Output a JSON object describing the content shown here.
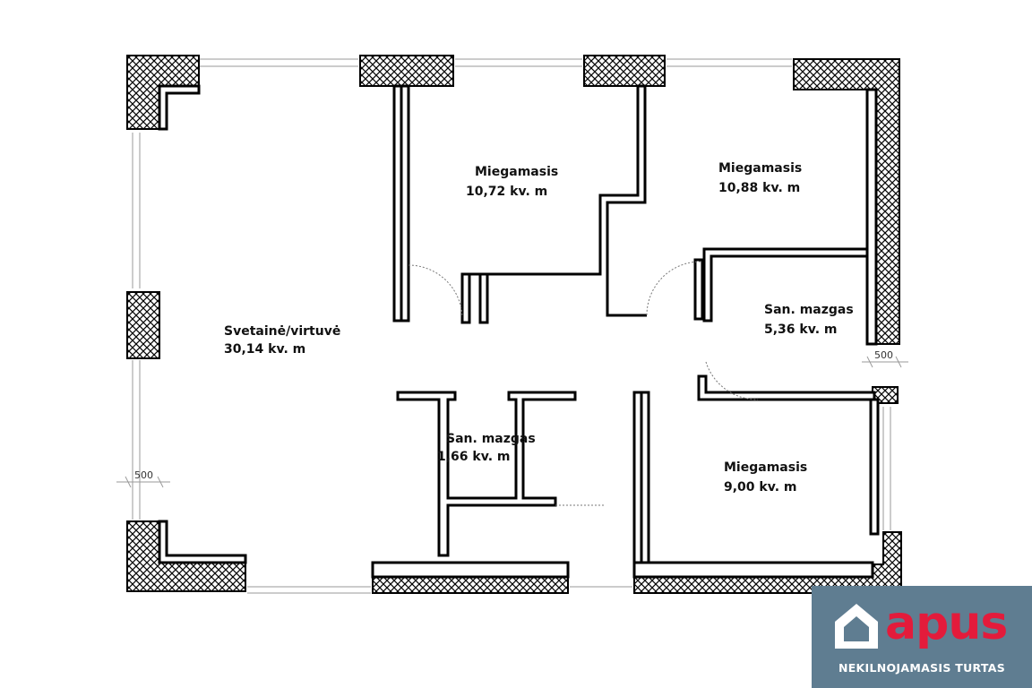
{
  "rooms": [
    {
      "name": "Miegamasis",
      "area": "10,72 kv. m"
    },
    {
      "name": "Miegamasis",
      "area": "10,88 kv. m"
    },
    {
      "name": "Svetainė/virtuvė",
      "area": "30,14 kv. m"
    },
    {
      "name": "San. mazgas",
      "area": "5,36 kv. m"
    },
    {
      "name": "San. mazgas",
      "area": "1,66 kv. m"
    },
    {
      "name": "Miegamasis",
      "area": "9,00 kv. m"
    }
  ],
  "dimensions": [
    "500",
    "500"
  ],
  "brand": {
    "word": "apus",
    "tagline": "NEKILNOJAMASIS TURTAS",
    "icon": "house-icon"
  },
  "colors": {
    "brand_bg": "#5f7d91",
    "brand_red": "#e31b3b"
  }
}
